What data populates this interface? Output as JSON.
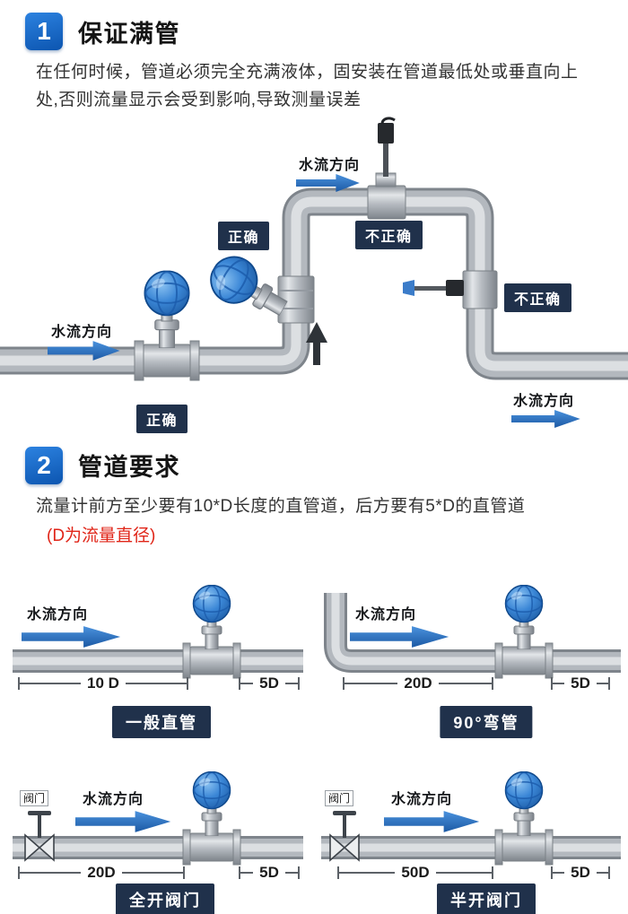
{
  "colors": {
    "accent_blue": "#1268c4",
    "badge_navy": "#20314b",
    "note_red": "#e02518",
    "pipe_gray": "#b3b8be",
    "meter_blue": "#2e7cd0"
  },
  "section1": {
    "number": "1",
    "title": "保证满管",
    "desc": "在任何时候，管道必须完全充满液体，固安装在管道最低处或垂直向上处,否则流量显示会受到影响,导致测量误差",
    "flow_label_top": "水流方向",
    "flow_label_left": "水流方向",
    "flow_label_right": "水流方向",
    "badge_incorrect_top": "不正确",
    "badge_correct_riser": "正确",
    "badge_incorrect_side": "不正确",
    "badge_correct_bottom": "正确"
  },
  "section2": {
    "number": "2",
    "title": "管道要求",
    "desc": "流量计前方至少要有10*D长度的直管道，后方要有5*D的直管道",
    "note": "(D为流量直径)",
    "diagrams": [
      {
        "flow_label": "水流方向",
        "dim_front": "10 D",
        "dim_back": "5D",
        "caption": "一般直管"
      },
      {
        "flow_label": "水流方向",
        "dim_front": "20D",
        "dim_back": "5D",
        "caption": "90°弯管"
      },
      {
        "flow_label": "水流方向",
        "dim_front": "20D",
        "dim_back": "5D",
        "caption": "全开阀门",
        "valve_label": "阀门"
      },
      {
        "flow_label": "水流方向",
        "dim_front": "50D",
        "dim_back": "5D",
        "caption": "半开阀门",
        "valve_label": "阀门"
      }
    ]
  }
}
